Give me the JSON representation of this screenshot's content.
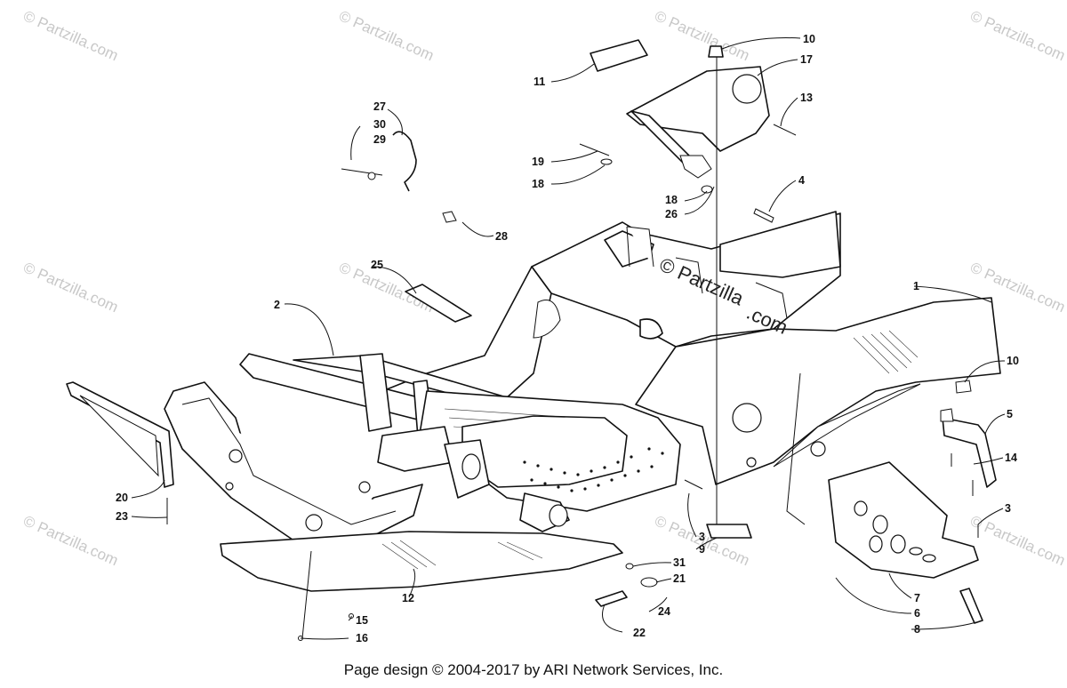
{
  "watermark": {
    "text": "© Partzilla.com",
    "center_text_1": "© Partzilla",
    "center_text_2": ".com"
  },
  "footer": {
    "text": "Page design © 2004-2017 by ARI Network Services, Inc."
  },
  "callouts": [
    "10",
    "11",
    "17",
    "13",
    "27",
    "30",
    "29",
    "19",
    "18",
    "4",
    "18",
    "26",
    "28",
    "25",
    "1",
    "2",
    "10",
    "5",
    "14",
    "20",
    "23",
    "3",
    "9",
    "3",
    "31",
    "21",
    "12",
    "24",
    "22",
    "7",
    "6",
    "8",
    "15",
    "16"
  ]
}
